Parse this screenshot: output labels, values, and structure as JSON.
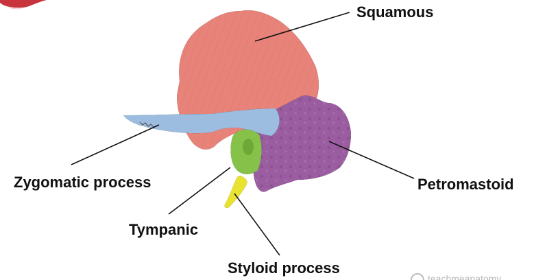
{
  "diagram": {
    "labels": {
      "squamous": "Squamous",
      "petromastoid": "Petromastoid",
      "zygomatic": "Zygomatic process",
      "tympanic": "Tympanic",
      "styloid": "Styloid process"
    },
    "region_colors": {
      "squamous": "#e8837a",
      "petromastoid": "#9a5ea0",
      "zygomatic": "#9dbde0",
      "tympanic": "#86c14a",
      "styloid": "#e9e330"
    },
    "watermark": "teachmeanatomy"
  }
}
